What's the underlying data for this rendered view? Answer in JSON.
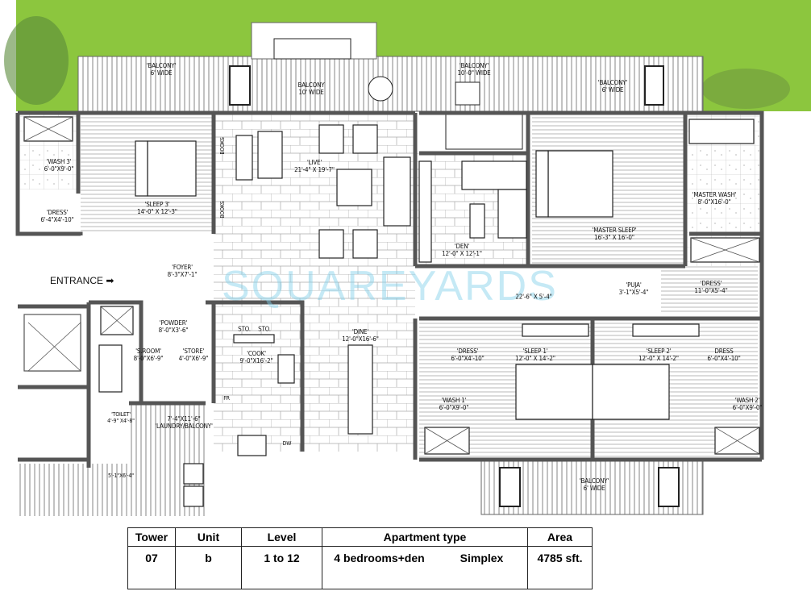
{
  "plan": {
    "entrance_label": "ENTRANCE",
    "watermark": "SQUAREYARDS",
    "colors": {
      "lawn": "#8cc63e",
      "wall": "#555555",
      "watermark": "#7fd0ea"
    },
    "rooms": [
      {
        "name": "'BALCONY'",
        "dim": "6' WIDE"
      },
      {
        "name": "BALCONY",
        "dim": "10' WIDE"
      },
      {
        "name": "'BALCONY'",
        "dim": "10'-0\" WIDE"
      },
      {
        "name": "'BALCONY'",
        "dim": "6' WIDE"
      },
      {
        "name": "'WASH 3'",
        "dim": "6'-0\"X9'-0\""
      },
      {
        "name": "'SLEEP 3'",
        "dim": "14'-0\" X 12'-3\""
      },
      {
        "name": "'DRESS'",
        "dim": "6'-4\"X4'-10\""
      },
      {
        "name": "'LIVE'",
        "dim": "21'-4\" X 19'-7\""
      },
      {
        "name": "'DEN'",
        "dim": "12'-0\" X 12'-1\""
      },
      {
        "name": "'MASTER SLEEP'",
        "dim": "16'-3\" X 16'-0\""
      },
      {
        "name": "'MASTER WASH'",
        "dim": "8'-0\"X16'-0\""
      },
      {
        "name": "'DRESS'",
        "dim": "11'-0\"X5'-4\""
      },
      {
        "name": "'PUJA'",
        "dim": "3'-1\"X5'-4\""
      },
      {
        "name": "",
        "dim": "22'-6\" X 5'-4\""
      },
      {
        "name": "'FOYER'",
        "dim": "8'-3\"X7'-1\""
      },
      {
        "name": "'POWDER'",
        "dim": "8'-0\"X3'-6\""
      },
      {
        "name": "'S.ROOM'",
        "dim": "8'-0\"X6'-9\""
      },
      {
        "name": "'STORE'",
        "dim": "4'-0\"X6'-9\""
      },
      {
        "name": "'COOK'",
        "dim": "9'-0\"X16'-2\""
      },
      {
        "name": "'DINE'",
        "dim": "12'-0\"X16'-6\""
      },
      {
        "name": "'TOILET'",
        "dim": "4'-9\" X4'-8\""
      },
      {
        "name": "'LAUNDRY/BALCONY'",
        "dim": "7'-4\"X11'-6\""
      },
      {
        "name": "",
        "dim": "5'-1\"X6'-4\""
      },
      {
        "name": "'DRESS'",
        "dim": "6'-0\"X4'-10\""
      },
      {
        "name": "'SLEEP 1'",
        "dim": "12'-0\" X 14'-2\""
      },
      {
        "name": "'SLEEP 2'",
        "dim": "12'-0\" X 14'-2\""
      },
      {
        "name": "DRESS",
        "dim": "6'-0\"X4'-10\""
      },
      {
        "name": "'WASH 1'",
        "dim": "6'-0\"X9'-0\""
      },
      {
        "name": "'WASH 2'",
        "dim": "6'-0\"X9'-0\""
      },
      {
        "name": "'BALCONY'",
        "dim": "6' WIDE"
      }
    ],
    "fixtures": {
      "books": "BOOKS",
      "sto1": "STO.",
      "sto2": "STO.",
      "fridge": "FR",
      "dishwasher": "DW"
    }
  },
  "table": {
    "headers": [
      "Tower",
      "Unit",
      "Level",
      "Apartment type",
      "Area"
    ],
    "values": {
      "tower": "07",
      "unit": "b",
      "level": "1 to 12",
      "bedrooms": "4 bedrooms+den",
      "type": "Simplex",
      "area": "4785 sft."
    }
  }
}
